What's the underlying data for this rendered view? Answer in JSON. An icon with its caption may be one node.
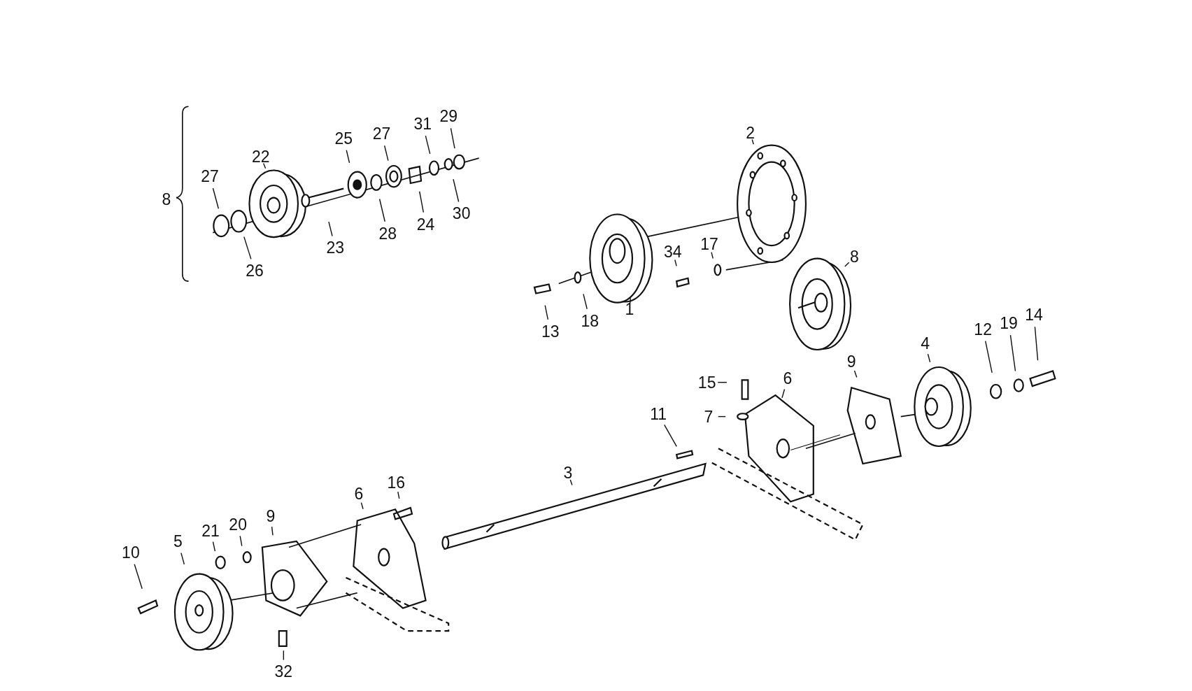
{
  "diagram": {
    "nodes": [
      {
        "text": [
          "27"
        ]
      },
      {
        "text": [
          "22"
        ]
      },
      {
        "text": [
          "25"
        ]
      },
      {
        "text": [
          "27"
        ]
      },
      {
        "text": [
          "31"
        ]
      },
      {
        "text": [
          "29"
        ]
      },
      {
        "text": [
          "26"
        ]
      },
      {
        "text": [
          "23"
        ]
      },
      {
        "text": [
          "28"
        ]
      },
      {
        "text": [
          "24"
        ]
      },
      {
        "text": [
          "30"
        ]
      },
      {
        "text": [
          "2"
        ]
      },
      {
        "text": [
          "34"
        ]
      },
      {
        "text": [
          "17"
        ]
      },
      {
        "text": [
          "8"
        ]
      },
      {
        "text": [
          "13"
        ]
      },
      {
        "text": [
          "18"
        ]
      },
      {
        "text": [
          "1"
        ]
      },
      {
        "text": [
          "15"
        ]
      },
      {
        "text": [
          "6"
        ]
      },
      {
        "text": [
          "9"
        ]
      },
      {
        "text": [
          "4"
        ]
      },
      {
        "text": [
          "12"
        ]
      },
      {
        "text": [
          "19"
        ]
      },
      {
        "text": [
          "14"
        ]
      },
      {
        "text": [
          "7"
        ]
      },
      {
        "text": [
          "11"
        ]
      },
      {
        "text": [
          "3"
        ]
      },
      {
        "text": [
          "16"
        ]
      },
      {
        "text": [
          "6"
        ]
      },
      {
        "text": [
          "21"
        ]
      },
      {
        "text": [
          "20"
        ]
      },
      {
        "text": [
          "9"
        ]
      },
      {
        "text": [
          "5"
        ]
      },
      {
        "text": [
          "10"
        ]
      },
      {
        "text": [
          "32"
        ]
      }
    ],
    "edges": [
      {
        "from": 0,
        "to": null,
        "arrow": "none"
      },
      {
        "from": 1,
        "to": null,
        "arrow": "none"
      },
      {
        "from": 2,
        "to": null,
        "arrow": "none"
      },
      {
        "from": 3,
        "to": null,
        "arrow": "none"
      },
      {
        "from": 4,
        "to": null,
        "arrow": "none"
      },
      {
        "from": 5,
        "to": null,
        "arrow": "none"
      },
      {
        "from": 6,
        "to": null,
        "arrow": "none"
      },
      {
        "from": 7,
        "to": null,
        "arrow": "none"
      },
      {
        "from": 8,
        "to": null,
        "arrow": "none"
      },
      {
        "from": 9,
        "to": null,
        "arrow": "none"
      },
      {
        "from": 10,
        "to": null,
        "arrow": "none"
      },
      {
        "from": 11,
        "to": null,
        "arrow": "none"
      },
      {
        "from": 12,
        "to": null,
        "arrow": "none"
      },
      {
        "from": 13,
        "to": null,
        "arrow": "none"
      },
      {
        "from": 14,
        "to": null,
        "arrow": "none"
      },
      {
        "from": 15,
        "to": null,
        "arrow": "none"
      },
      {
        "from": 16,
        "to": null,
        "arrow": "none"
      },
      {
        "from": 17,
        "to": null,
        "arrow": "none"
      },
      {
        "from": 18,
        "to": null,
        "arrow": "none"
      },
      {
        "from": 19,
        "to": null,
        "arrow": "none"
      },
      {
        "from": 20,
        "to": null,
        "arrow": "none"
      },
      {
        "from": 21,
        "to": null,
        "arrow": "none"
      },
      {
        "from": 22,
        "to": null,
        "arrow": "none"
      },
      {
        "from": 23,
        "to": null,
        "arrow": "none"
      },
      {
        "from": 24,
        "to": null,
        "arrow": "none"
      },
      {
        "from": 25,
        "to": null,
        "arrow": "none"
      },
      {
        "from": 26,
        "to": null,
        "arrow": "none"
      },
      {
        "from": 27,
        "to": null,
        "arrow": "none"
      },
      {
        "from": 28,
        "to": null,
        "arrow": "none"
      },
      {
        "from": 29,
        "to": null,
        "arrow": "none"
      },
      {
        "from": 30,
        "to": null,
        "arrow": "none"
      },
      {
        "from": 31,
        "to": null,
        "arrow": "none"
      },
      {
        "from": 32,
        "to": null,
        "arrow": "none"
      },
      {
        "from": 33,
        "to": null,
        "arrow": "none"
      },
      {
        "from": 34,
        "to": null,
        "arrow": "none"
      },
      {
        "from": 35,
        "to": null,
        "arrow": "none"
      }
    ],
    "labels": [
      "8"
    ]
  }
}
